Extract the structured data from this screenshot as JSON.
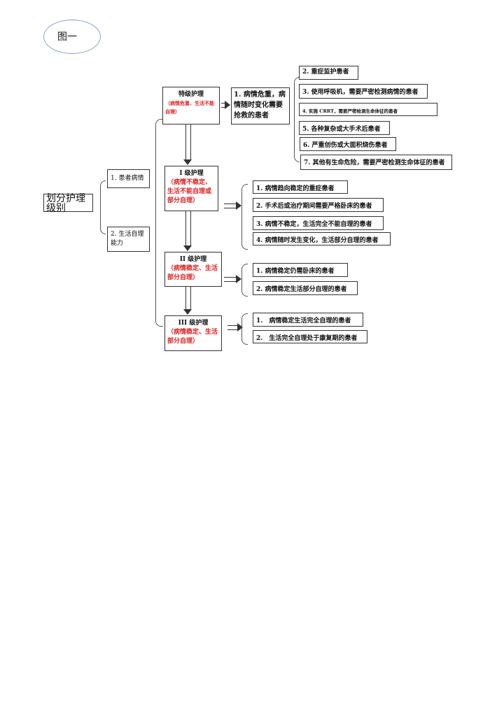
{
  "figure_label": "图一",
  "root": "划分护理级别",
  "criteria": [
    "1. 患者病情",
    "2. 生活自理能力"
  ],
  "levels": [
    {
      "title": "特级护理",
      "condition": "（病情危重、生活不能自理）"
    },
    {
      "title": "I 级护理",
      "condition": "（病情不稳定、生活不能自理或部分自理）"
    },
    {
      "title": "II 级护理",
      "condition": "（病情稳定、生活部分自理）"
    },
    {
      "title": "III 级护理",
      "condition": "（病情稳定、生活部分自理）"
    }
  ],
  "special_main": "1. 病情危重，病情随时变化需要抢救的患者",
  "special_items": [
    "2. 重症监护患者",
    "3. 使用呼吸机，需要严密检测病情的患者",
    "4. 实施 CRRT，需要严密检测生命体征的患者",
    "5. 各种复杂或大手术后患者",
    "6. 严重创伤或大面积烧伤患者",
    "7. 其他有生命危险，需要严密检测生命体征的患者"
  ],
  "level1_items": [
    "1. 病情趋向稳定的重症患者",
    "2. 手术后或治疗期间需要严格卧床的患者",
    "3. 病情不稳定，生活完全不能自理的患者",
    "4. 病情随时发生变化，生活部分自理的患者"
  ],
  "level2_items": [
    "1. 病情稳定仍需卧床的患者",
    "2. 病情稳定生活部分自理的患者"
  ],
  "level3_items": [
    "1.　病情稳定生活完全自理的患者",
    "2.　生活完全自理处于康复期的患者"
  ]
}
